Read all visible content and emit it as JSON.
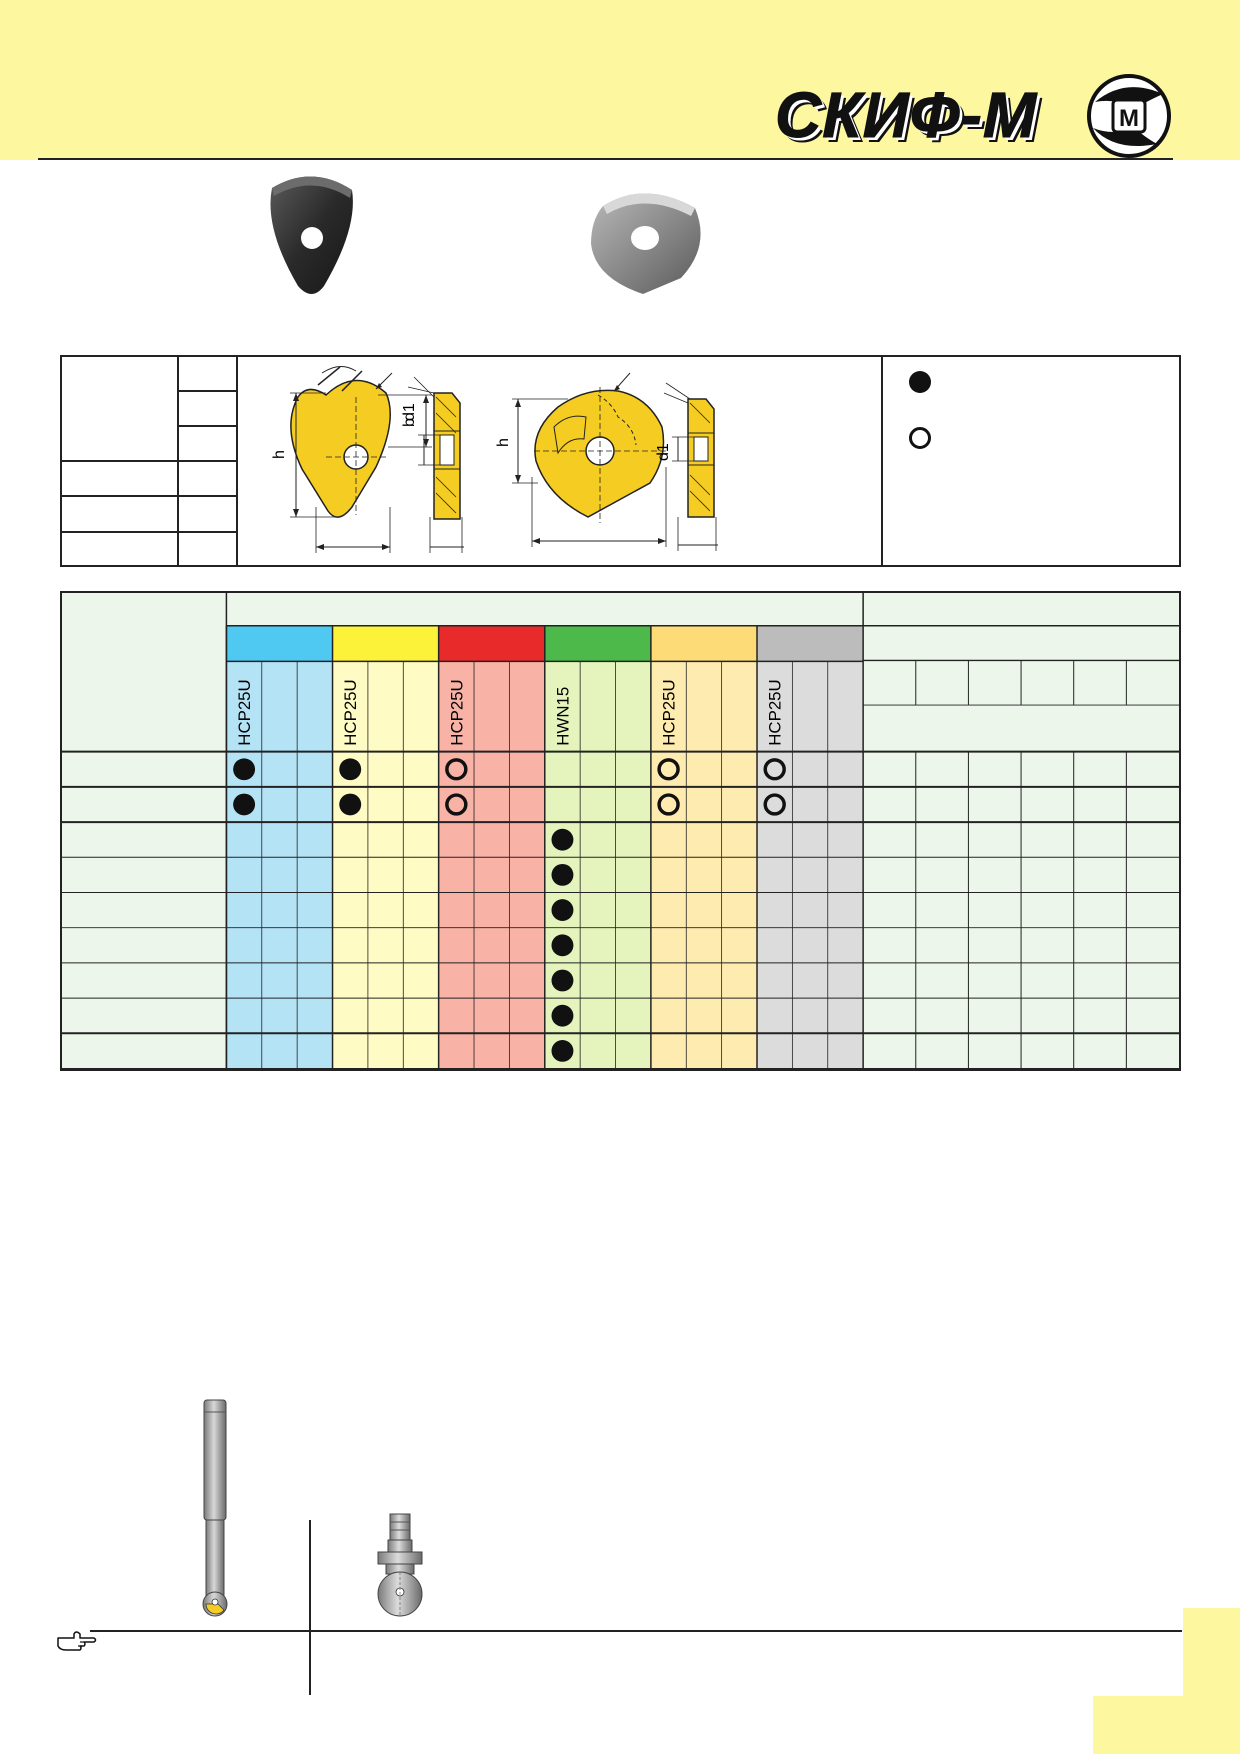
{
  "brand": {
    "logo_text": "СКИФ-М",
    "emblem_letter": "М"
  },
  "drawing_labels": {
    "h1": "h",
    "b": "b",
    "d1_a": "d1",
    "h2": "h",
    "d1_b": "d1"
  },
  "grades": {
    "blue": "HCP25U",
    "yellow": "HCP25U",
    "red": "HCP25U",
    "green": "HWN15",
    "orange": "HCP25U",
    "gray": "HCP25U"
  },
  "colors": {
    "header_band": "#fdf7a0",
    "blue_head": "#4fc8f2",
    "blue_cell": "#b5e3f6",
    "yellow_head": "#fcf23a",
    "yellow_cell": "#fefbc4",
    "red_head": "#e82a2a",
    "red_cell": "#f8b3a6",
    "green_head": "#4cb94a",
    "green_cell": "#e4f4bc",
    "orange_head": "#fddc78",
    "orange_cell": "#feebb0",
    "gray_head": "#bcbcbc",
    "gray_cell": "#dcdcdc",
    "pale_cell": "#ecf6ea",
    "insert_gold": "#f5cc22"
  },
  "marks": {
    "row1": [
      "fill",
      "fill",
      "ring",
      "",
      "ring",
      "ring"
    ],
    "row2": [
      "fill",
      "fill",
      "ring",
      "",
      "ring",
      "ring"
    ],
    "row3": [
      "",
      "",
      "",
      "fill",
      "",
      ""
    ],
    "row4": [
      "",
      "",
      "",
      "fill",
      "",
      ""
    ],
    "row5": [
      "",
      "",
      "",
      "fill",
      "",
      ""
    ],
    "row6": [
      "",
      "",
      "",
      "fill",
      "",
      ""
    ],
    "row7": [
      "",
      "",
      "",
      "fill",
      "",
      ""
    ],
    "row8": [
      "",
      "",
      "",
      "fill",
      "",
      ""
    ],
    "row9": [
      "",
      "",
      "",
      "fill",
      "",
      ""
    ]
  },
  "icons": {
    "legend_filled": "filled-circle-icon",
    "legend_open": "open-circle-icon",
    "note": "pointing-hand-icon"
  }
}
